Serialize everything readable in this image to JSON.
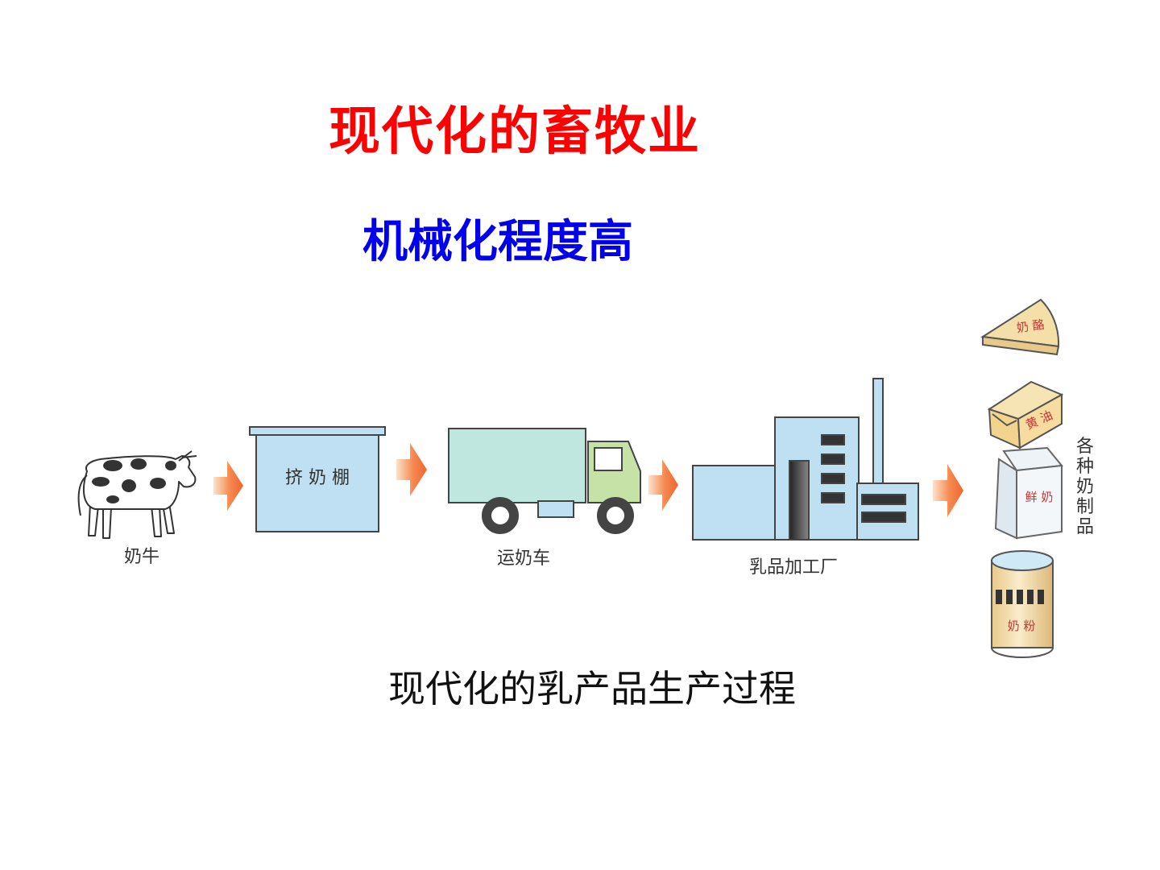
{
  "title": "现代化的畜牧业",
  "subtitle": "机械化程度高",
  "caption": "现代化的乳产品生产过程",
  "colors": {
    "title": "#ff0000",
    "subtitle": "#0000ee",
    "box_fill": "#bfe0f3",
    "truck_cargo": "#bfe7e0",
    "truck_cab": "#c6e2a6",
    "arrow": "#f0703a",
    "product_fill": "#f3dfa7",
    "product_text": "#cc3333"
  },
  "stages": {
    "cow": "奶牛",
    "shed": "挤 奶 棚",
    "truck": "运奶车",
    "factory": "乳品加工厂"
  },
  "products": {
    "cheese": "奶 酪",
    "butter": "黄 油",
    "fresh_milk": "鲜 奶",
    "milk_powder": "奶 粉",
    "group_label": [
      "各",
      "种",
      "奶",
      "制",
      "品"
    ]
  }
}
